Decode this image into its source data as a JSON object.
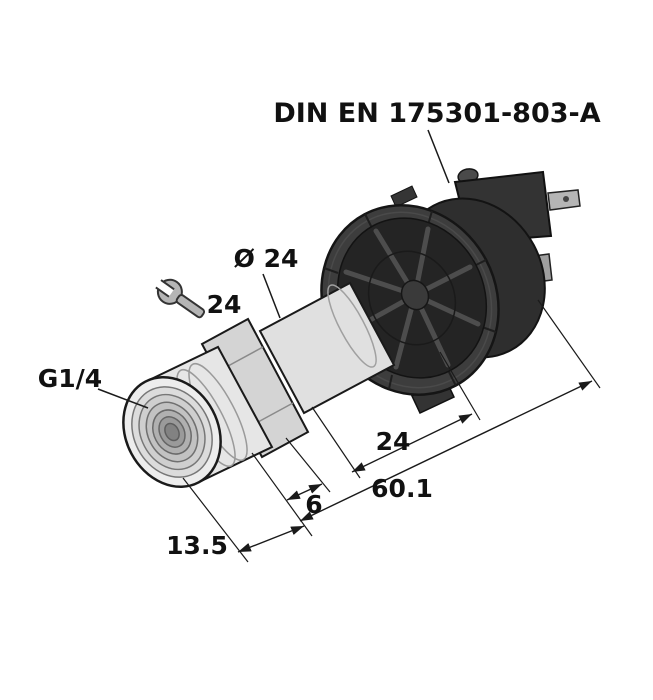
{
  "drawing": {
    "title_label": "DIN EN 175301-803-A",
    "diameter_label": "Ø 24",
    "wrench_size_label": "24",
    "thread_label": "G1/4",
    "dimensions": {
      "connector_length": "24",
      "overall_length": "60.1",
      "hex_width": "6",
      "thread_length": "13.5"
    },
    "colors": {
      "background": "#ffffff",
      "line": "#1a1a1a",
      "body_gray": "#e2e2e2",
      "housing_dark": "#333333"
    }
  }
}
